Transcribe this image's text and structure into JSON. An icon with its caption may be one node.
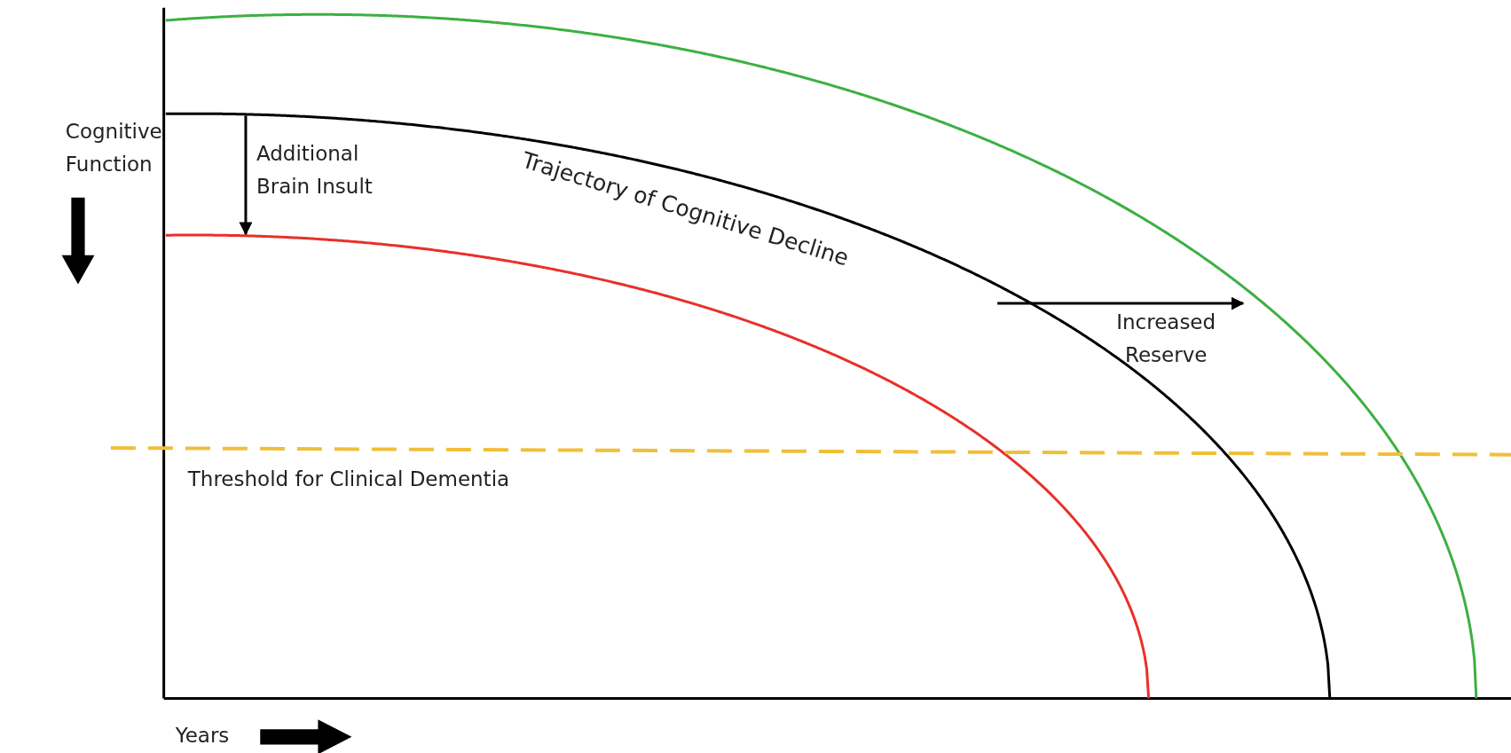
{
  "diagram": {
    "labels": [
      "Cognitive Function",
      "Additional Brain Insult",
      "Trajectory of Cognitive Decline",
      "Increased Reserve",
      "Threshold for Clinical Dementia",
      "Years"
    ]
  }
}
